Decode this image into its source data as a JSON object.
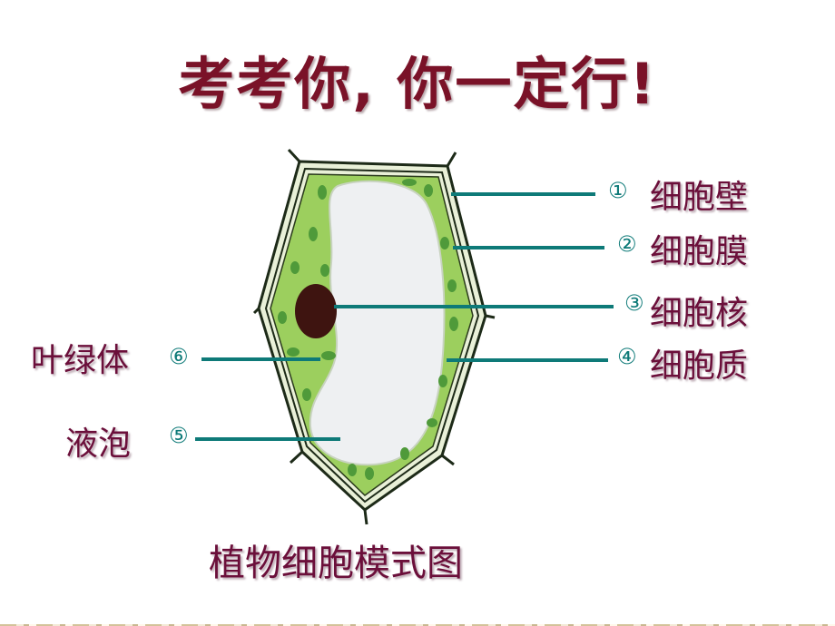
{
  "title": "考考你, 你一定行!",
  "labels": {
    "wall": {
      "num": "①",
      "text": "细胞壁"
    },
    "membrane": {
      "num": "②",
      "text": "细胞膜"
    },
    "nucleus": {
      "num": "③",
      "text": "细胞核"
    },
    "cytoplasm": {
      "num": "④",
      "text": "细胞质"
    },
    "vacuole": {
      "num": "⑤",
      "text": "液泡"
    },
    "chloroplast": {
      "num": "⑥",
      "text": "叶绿体"
    }
  },
  "caption": "植物细胞模式图",
  "colors": {
    "title": "#7a1228",
    "label": "#6b0f3a",
    "leader_line": "#0e7a78",
    "cytoplasm": "#9ccf5e",
    "chloroplast": "#4f9a3a",
    "nucleus": "#3e1410"
  }
}
